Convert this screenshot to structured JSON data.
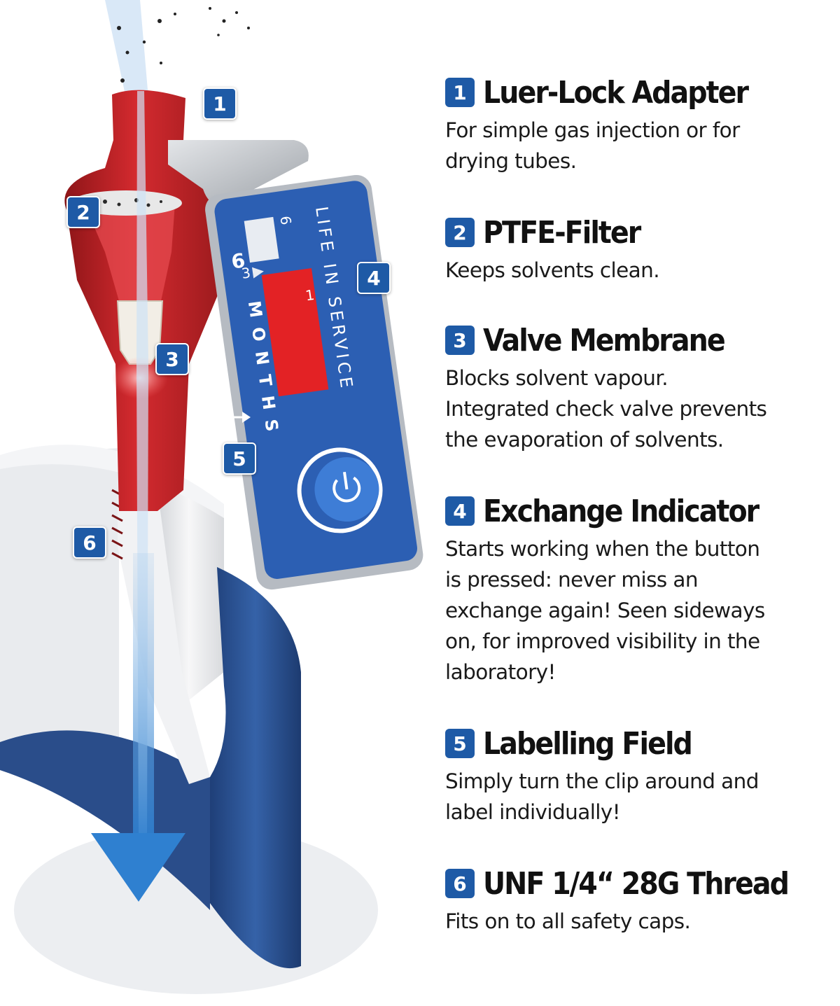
{
  "colors": {
    "accent": "#1e5aa6",
    "filter_body": "#c8262c",
    "cap": "#2b4f8e",
    "clip": "#bfc3c8",
    "indicator_red": "#e32225"
  },
  "illustration": {
    "indicator_label": {
      "months_big": "6",
      "months_word": "MONTHS",
      "scale_top": "6",
      "scale_mid": "3",
      "scale_low": "1",
      "life_in_service": "LIFE IN SERVICE"
    },
    "callouts": [
      {
        "number": "1"
      },
      {
        "number": "2"
      },
      {
        "number": "3"
      },
      {
        "number": "4"
      },
      {
        "number": "5"
      },
      {
        "number": "6"
      }
    ]
  },
  "features": [
    {
      "number": "1",
      "title": "Luer-Lock Adapter",
      "description": "For simple gas injection or for drying tubes."
    },
    {
      "number": "2",
      "title": "PTFE-Filter",
      "description": "Keeps solvents clean."
    },
    {
      "number": "3",
      "title": "Valve Membrane",
      "description": "Blocks solvent vapour. Integrated check valve prevents the evaporation of solvents."
    },
    {
      "number": "4",
      "title": "Exchange Indicator",
      "description": "Starts working when the button is pressed: never miss an exchange again! Seen sideways on, for improved visibility in the laboratory!"
    },
    {
      "number": "5",
      "title": "Labelling Field",
      "description": "Simply turn the clip around and label individually!"
    },
    {
      "number": "6",
      "title": "UNF 1/4“ 28G Thread",
      "description": "Fits on to all safety caps."
    }
  ]
}
